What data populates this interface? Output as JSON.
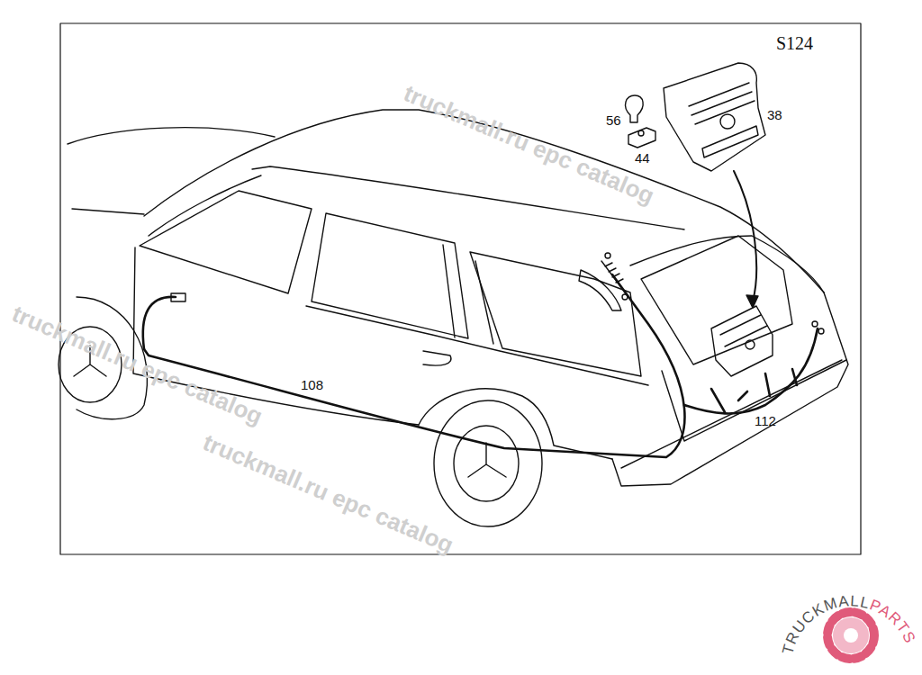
{
  "diagram": {
    "labels": [
      "S124",
      "56",
      "38",
      "44",
      "108",
      "112",
      "truckmall.ru epc catalog",
      "truckmall.ru epc catalog",
      "truckmall.ru epc catalog",
      "TRUCKMALL",
      "PARTS"
    ]
  }
}
